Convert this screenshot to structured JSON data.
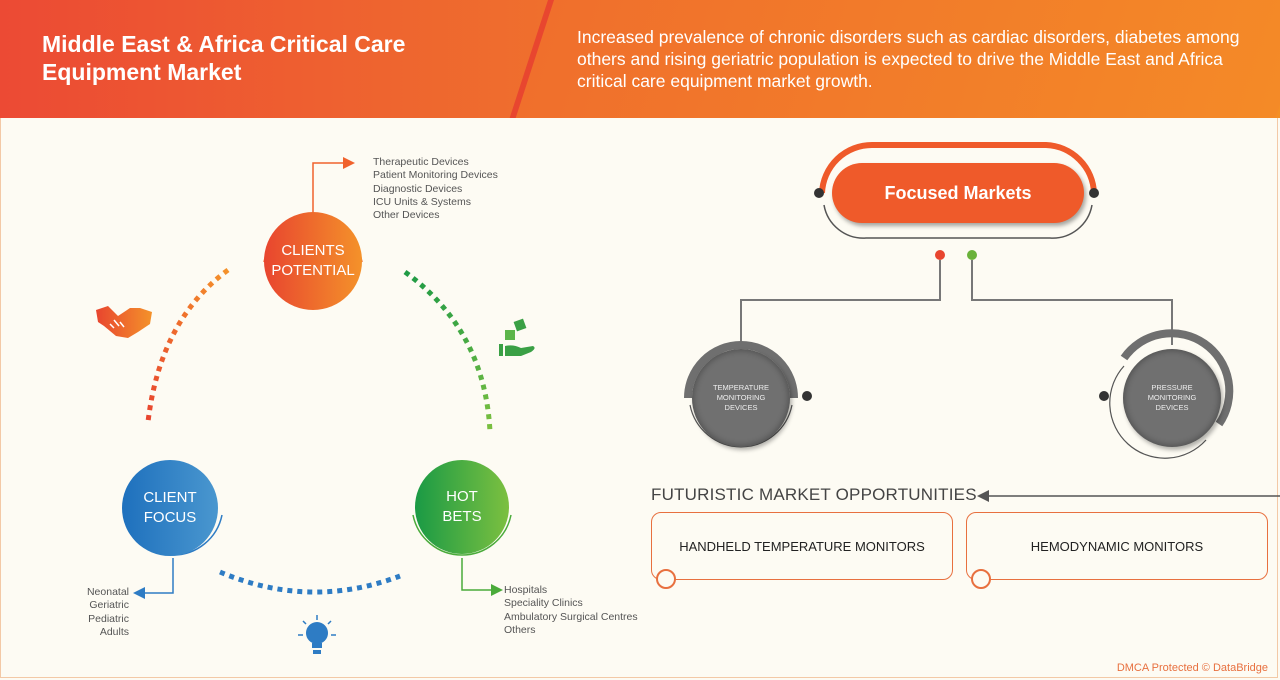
{
  "header": {
    "title": "Middle East & Africa Critical Care Equipment Market",
    "description": "Increased prevalence of chronic disorders such as cardiac disorders, diabetes among others and rising geriatric population is expected to drive the Middle East and Africa critical care equipment market growth."
  },
  "cycle": {
    "clients_potential": {
      "label_line1": "CLIENTS",
      "label_line2": "POTENTIAL",
      "color": "#f0622c",
      "items": [
        "Therapeutic Devices",
        "Patient Monitoring Devices",
        "Diagnostic Devices",
        "ICU Units & Systems",
        "Other Devices"
      ]
    },
    "client_focus": {
      "label_line1": "CLIENT",
      "label_line2": "FOCUS",
      "color": "#2e7cc4",
      "items": [
        "Neonatal",
        "Geriatric",
        "Pediatric",
        "Adults"
      ]
    },
    "hot_bets": {
      "label_line1": "HOT",
      "label_line2": "BETS",
      "color": "#4aab3a",
      "items": [
        "Hospitals",
        "Speciality Clinics",
        "Ambulatory Surgical Centres",
        "Others"
      ]
    },
    "icons": [
      "handshake-icon",
      "dice-hand-icon",
      "lightbulb-icon"
    ]
  },
  "focused_markets": {
    "title": "Focused Markets",
    "nodes": [
      {
        "line1": "TEMPERATURE",
        "line2": "MONITORING",
        "line3": "DEVICES"
      },
      {
        "line1": "PRESSURE",
        "line2": "MONITORING",
        "line3": "DEVICES"
      }
    ],
    "dot_colors": [
      "#e8452f",
      "#6ab23a"
    ]
  },
  "opportunities": {
    "title": "FUTURISTIC MARKET OPPORTUNITIES",
    "items": [
      "HANDHELD TEMPERATURE MONITORS",
      "HEMODYNAMIC MONITORS"
    ]
  },
  "footer": {
    "text": "DMCA Protected © DataBridge"
  }
}
